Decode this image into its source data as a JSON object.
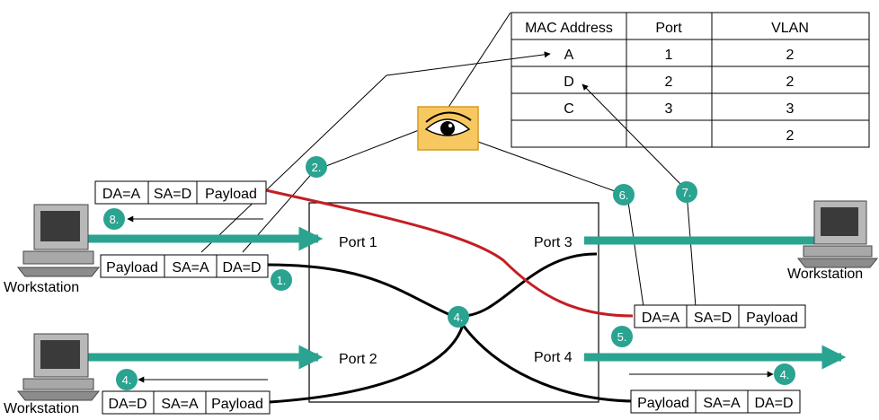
{
  "mac_table": {
    "headers": [
      "MAC Address",
      "Port",
      "VLAN"
    ],
    "rows": [
      [
        "A",
        "1",
        "2"
      ],
      [
        "D",
        "2",
        "2"
      ],
      [
        "C",
        "3",
        "3"
      ],
      [
        "",
        "",
        "2"
      ]
    ]
  },
  "ports": {
    "p1": "Port 1",
    "p2": "Port 2",
    "p3": "Port 3",
    "p4": "Port 4"
  },
  "workstations": {
    "top_left": "Workstation",
    "bottom_left": "Workstation",
    "right": "Workstation"
  },
  "frames": {
    "top_left_out": [
      "DA=A",
      "SA=D",
      "Payload"
    ],
    "top_left_in": [
      "Payload",
      "SA=A",
      "DA=D"
    ],
    "bottom_left": [
      "DA=D",
      "SA=A",
      "Payload"
    ],
    "right_middle": [
      "DA=A",
      "SA=D",
      "Payload"
    ],
    "bottom_right": [
      "Payload",
      "SA=A",
      "DA=D"
    ]
  },
  "steps": {
    "s1": "1.",
    "s2": "2.",
    "s4a": "4.",
    "s4b": "4.",
    "s4c": "4.",
    "s5": "5.",
    "s6": "6.",
    "s7": "7.",
    "s8": "8."
  },
  "colors": {
    "teal": "#2aa391",
    "red": "#c41e24",
    "eye_box": "#f8c860",
    "eye_border": "#d59a23"
  }
}
